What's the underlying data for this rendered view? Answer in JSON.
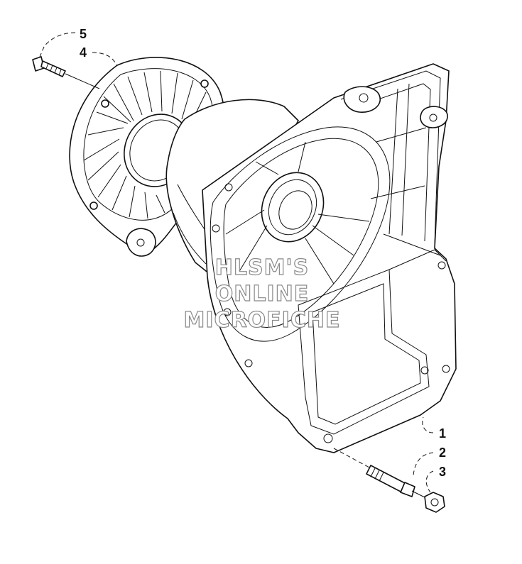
{
  "callouts": {
    "c1": "1",
    "c2": "2",
    "c3": "3",
    "c4": "4",
    "c5": "5"
  },
  "watermark": {
    "line1": "HLSM'S",
    "line2": "ONLINE",
    "line3": "MICROFICHE"
  },
  "parts": [
    "fan-housing",
    "stud",
    "nut",
    "fan-cover",
    "screw"
  ]
}
